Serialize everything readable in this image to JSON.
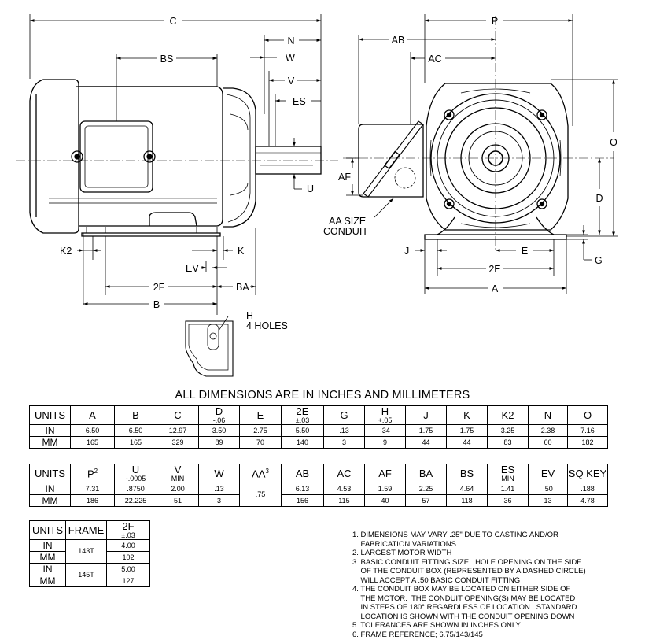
{
  "labels": {
    "C": "C",
    "BS": "BS",
    "N": "N",
    "W": "W",
    "V": "V",
    "ES": "ES",
    "U": "U",
    "K2": "K2",
    "EV": "EV",
    "K": "K",
    "F2": "2F",
    "BA": "BA",
    "B": "B",
    "H": "H",
    "holes": "4 HOLES",
    "P": "P",
    "AB": "AB",
    "AC": "AC",
    "O": "O",
    "AF": "AF",
    "D": "D",
    "aa1": "AA SIZE",
    "aa2": "CONDUIT",
    "J": "J",
    "E": "E",
    "G": "G",
    "E2": "2E",
    "A": "A"
  },
  "title": "ALL DIMENSIONS ARE IN INCHES AND MILLIMETERS",
  "table1": {
    "headers": [
      {
        "main": "UNITS",
        "sub": ""
      },
      {
        "main": "A",
        "sub": ""
      },
      {
        "main": "B",
        "sub": ""
      },
      {
        "main": "C",
        "sub": ""
      },
      {
        "main": "D",
        "sub": "-.06"
      },
      {
        "main": "E",
        "sub": ""
      },
      {
        "main": "2E",
        "sub": "±.03"
      },
      {
        "main": "G",
        "sub": ""
      },
      {
        "main": "H",
        "sub": "+.05"
      },
      {
        "main": "J",
        "sub": ""
      },
      {
        "main": "K",
        "sub": ""
      },
      {
        "main": "K2",
        "sub": ""
      },
      {
        "main": "N",
        "sub": ""
      },
      {
        "main": "O",
        "sub": ""
      }
    ],
    "rows": [
      {
        "unit": "IN",
        "values": [
          "6.50",
          "6.50",
          "12.97",
          "3.50",
          "2.75",
          "5.50",
          ".13",
          ".34",
          "1.75",
          "1.75",
          "3.25",
          "2.38",
          "7.16"
        ]
      },
      {
        "unit": "MM",
        "values": [
          "165",
          "165",
          "329",
          "89",
          "70",
          "140",
          "3",
          "9",
          "44",
          "44",
          "83",
          "60",
          "182"
        ]
      }
    ]
  },
  "table2": {
    "headers": [
      {
        "main": "UNITS",
        "sup": "",
        "sub": ""
      },
      {
        "main": "P",
        "sup": "2",
        "sub": ""
      },
      {
        "main": "U",
        "sup": "",
        "sub": "-.0005"
      },
      {
        "main": "V",
        "sup": "",
        "sub": "MIN"
      },
      {
        "main": "W",
        "sup": "",
        "sub": ""
      },
      {
        "main": "AA",
        "sup": "3",
        "sub": ""
      },
      {
        "main": "AB",
        "sup": "",
        "sub": ""
      },
      {
        "main": "AC",
        "sup": "",
        "sub": ""
      },
      {
        "main": "AF",
        "sup": "",
        "sub": ""
      },
      {
        "main": "BA",
        "sup": "",
        "sub": ""
      },
      {
        "main": "BS",
        "sup": "",
        "sub": ""
      },
      {
        "main": "ES",
        "sup": "",
        "sub": "MIN"
      },
      {
        "main": "EV",
        "sup": "",
        "sub": ""
      },
      {
        "main": "SQ KEY",
        "sup": "",
        "sub": ""
      }
    ],
    "rows": [
      {
        "unit": "IN",
        "values": [
          "7.31",
          ".8750",
          "2.00",
          ".13",
          "",
          "6.13",
          "4.53",
          "1.59",
          "2.25",
          "4.64",
          "1.41",
          ".50",
          ".188"
        ]
      },
      {
        "unit": "MM",
        "values": [
          "186",
          "22.225",
          "51",
          "3",
          "",
          "156",
          "115",
          "40",
          "57",
          "118",
          "36",
          "13",
          "4.78"
        ]
      }
    ],
    "aa_value": ".75"
  },
  "table3": {
    "headers": [
      {
        "main": "UNITS",
        "sub": ""
      },
      {
        "main": "FRAME",
        "sub": ""
      },
      {
        "main": "2F",
        "sub": "±.03"
      }
    ],
    "groups": [
      {
        "frame": "143T",
        "rows": [
          {
            "unit": "IN",
            "value": "4.00"
          },
          {
            "unit": "MM",
            "value": "102"
          }
        ]
      },
      {
        "frame": "145T",
        "rows": [
          {
            "unit": "IN",
            "value": "5.00"
          },
          {
            "unit": "MM",
            "value": "127"
          }
        ]
      }
    ]
  },
  "notes": [
    "1. DIMENSIONS MAY VARY .25\" DUE TO CASTING AND/OR",
    "    FABRICATION VARIATIONS",
    "2. LARGEST MOTOR WIDTH",
    "3. BASIC CONDUIT FITTING SIZE.  HOLE OPENING ON THE SIDE",
    "    OF THE CONDUIT BOX (REPRESENTED BY A DASHED CIRCLE)",
    "    WILL ACCEPT A .50 BASIC CONDUIT FITTING",
    "4. THE CONDUIT BOX MAY BE LOCATED ON EITHER SIDE OF",
    "    THE MOTOR.  THE CONDUIT OPENING(S) MAY BE LOCATED",
    "    IN STEPS OF 180° REGARDLESS OF LOCATION.  STANDARD",
    "    LOCATION IS SHOWN WITH THE CONDUIT OPENING DOWN",
    "5. TOLERANCES ARE SHOWN IN INCHES ONLY",
    "6. FRAME REFERENCE; 6.75/143/145"
  ]
}
